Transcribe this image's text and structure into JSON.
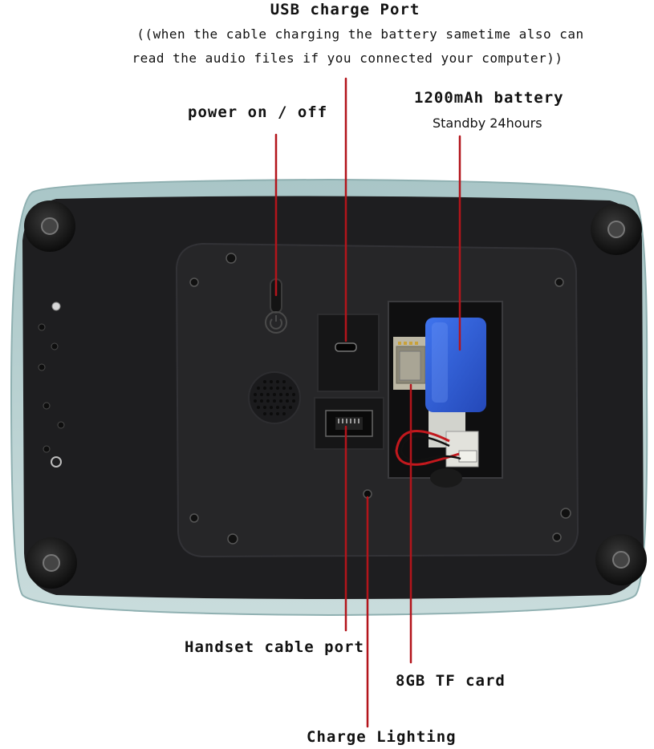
{
  "labels": {
    "usb_title": "USB charge Port",
    "usb_note_line1": "((when the cable charging the battery sametime also can",
    "usb_note_line2": "read the audio files if you connected your computer))",
    "power": "power on / off",
    "battery_title": "1200mAh battery",
    "battery_note": "Standby 24hours",
    "handset": "Handset cable port",
    "tf_card": "8GB TF card",
    "charge_light": "Charge Lighting"
  },
  "colors": {
    "leader_line": "#b3141b",
    "device_shell": "#b8cfcf",
    "device_back": "#1f1f21",
    "battery": "#2f5fd8"
  }
}
